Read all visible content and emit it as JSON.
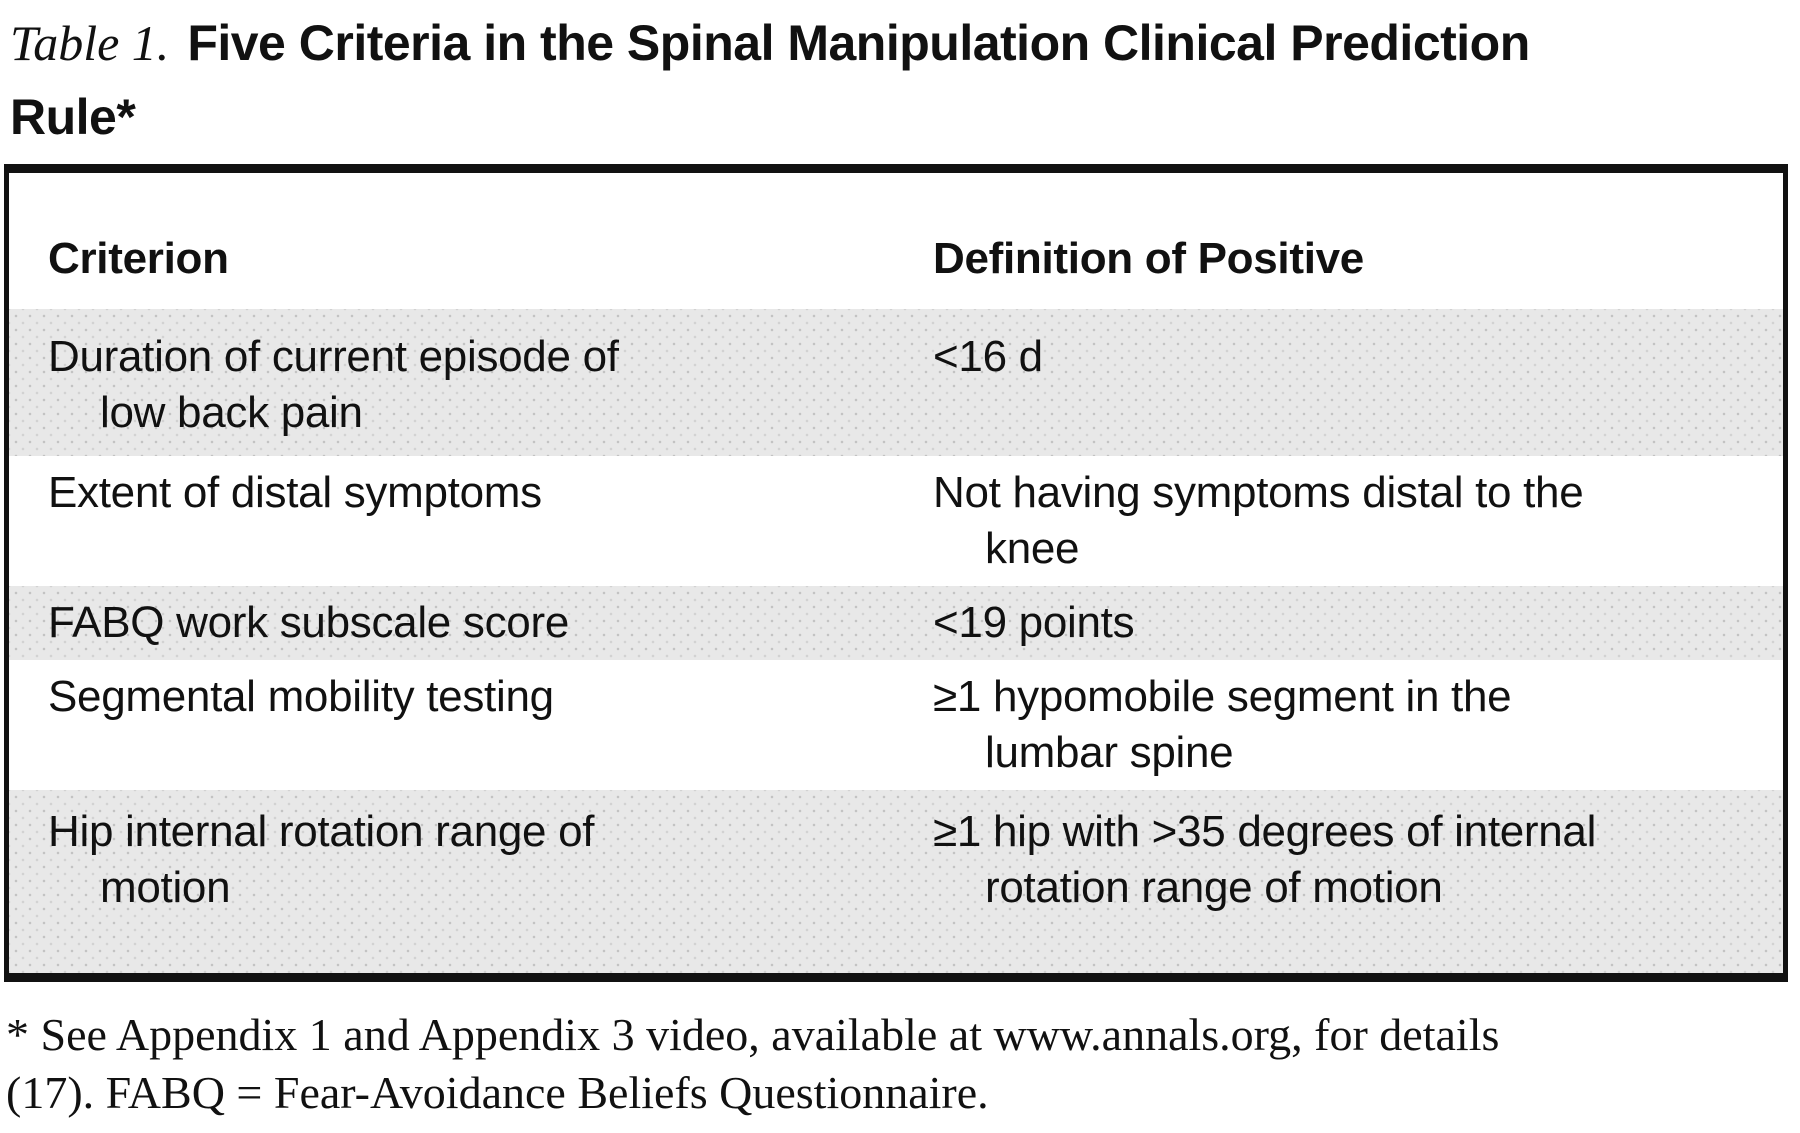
{
  "page": {
    "title_label": "Table 1.",
    "title_text": "Five Criteria in the Spinal Manipulation Clinical Prediction Rule*"
  },
  "table": {
    "columns": [
      "Criterion",
      "Definition of Positive"
    ],
    "rows": [
      {
        "criterion": "Duration of current episode of\nlow back pain",
        "definition": "<16 d",
        "shaded": true
      },
      {
        "criterion": "Extent of distal symptoms",
        "definition": "Not having symptoms distal to the\nknee",
        "shaded": false
      },
      {
        "criterion": "FABQ work subscale score",
        "definition": "<19 points",
        "shaded": true
      },
      {
        "criterion": "Segmental mobility testing",
        "definition": "≥1 hypomobile segment in the\nlumbar spine",
        "shaded": false
      },
      {
        "criterion": "Hip internal rotation range of\nmotion",
        "definition": "≥1 hip with >35 degrees of internal\nrotation range of motion",
        "shaded": true
      }
    ]
  },
  "footnote": "* See Appendix 1 and Appendix 3 video, available at www.annals.org, for details\n(17). FABQ = Fear-Avoidance Beliefs Questionnaire.",
  "colors": {
    "row_shade": "#e8e8e8",
    "border": "#111111",
    "text": "#111111",
    "background": "#ffffff"
  }
}
